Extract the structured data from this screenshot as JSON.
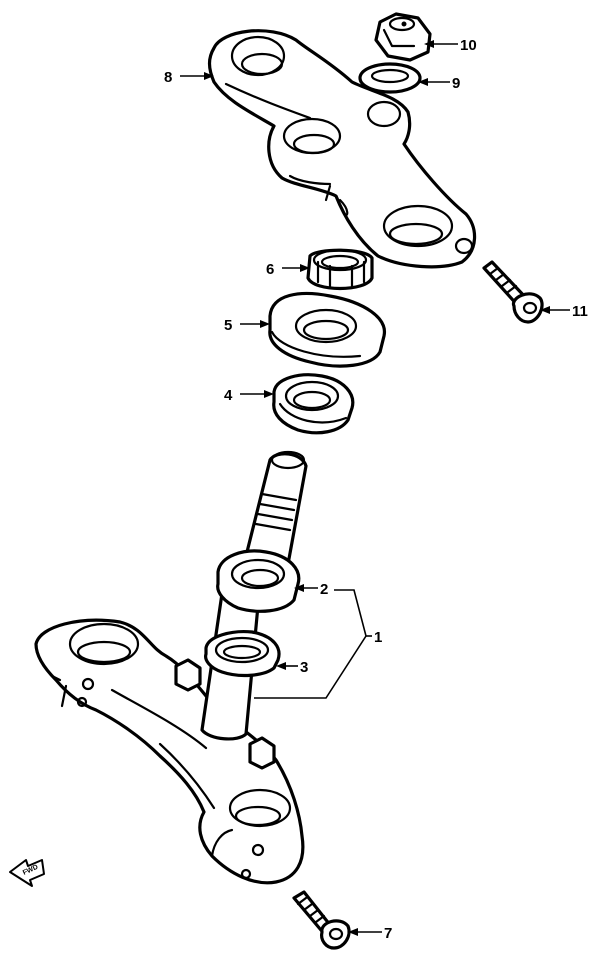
{
  "diagram": {
    "callouts": [
      {
        "id": "c1",
        "label": "1"
      },
      {
        "id": "c2",
        "label": "2"
      },
      {
        "id": "c3",
        "label": "3"
      },
      {
        "id": "c4",
        "label": "4"
      },
      {
        "id": "c5",
        "label": "5"
      },
      {
        "id": "c6",
        "label": "6"
      },
      {
        "id": "c7",
        "label": "7"
      },
      {
        "id": "c8",
        "label": "8"
      },
      {
        "id": "c9",
        "label": "9"
      },
      {
        "id": "c10",
        "label": "10"
      },
      {
        "id": "c11",
        "label": "11"
      }
    ],
    "forward_mark": "FWD"
  }
}
